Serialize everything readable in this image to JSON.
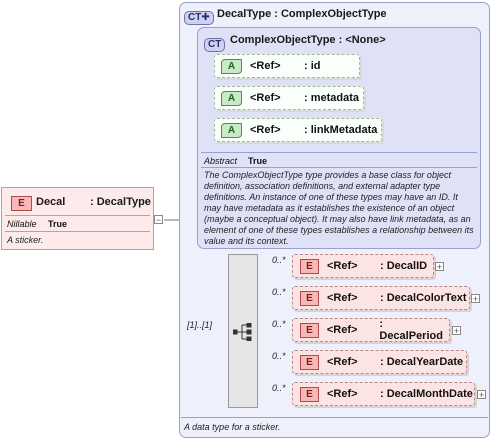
{
  "root_element": {
    "badge": "E",
    "name": "Decal",
    "type": ": DecalType",
    "nillable_label": "Nillable",
    "nillable_value": "True",
    "description": "A sticker."
  },
  "complex_type": {
    "badge": "CT",
    "title": "DecalType : ComplexObjectType",
    "footer": "A data type for a sticker."
  },
  "base_type": {
    "badge": "CT",
    "title": "ComplexObjectType : <None>",
    "abstract_label": "Abstract",
    "abstract_value": "True",
    "description": "The ComplexObjectType type provides a base class for object definition, association definitions, and external adapter type definitions. An instance of one of these types may have an ID. It may have metadata as it establishes the existence of an object (maybe a conceptual object). It may also have link metadata, as an element of one of these types establishes a relationship between its value and its context.",
    "attributes": [
      {
        "badge": "A",
        "ref": "<Ref>",
        "name": ": id"
      },
      {
        "badge": "A",
        "ref": "<Ref>",
        "name": ": metadata"
      },
      {
        "badge": "A",
        "ref": "<Ref>",
        "name": ": linkMetadata"
      }
    ]
  },
  "sequence": {
    "multiplicity": "[1]..[1]",
    "elements": [
      {
        "badge": "E",
        "ref": "<Ref>",
        "name": ": DecalID",
        "mult": "0..*"
      },
      {
        "badge": "E",
        "ref": "<Ref>",
        "name": ": DecalColorText",
        "mult": "0..*"
      },
      {
        "badge": "E",
        "ref": "<Ref>",
        "name": ": DecalPeriod",
        "mult": "0..*"
      },
      {
        "badge": "E",
        "ref": "<Ref>",
        "name": ": DecalYearDate",
        "mult": "0..*"
      },
      {
        "badge": "E",
        "ref": "<Ref>",
        "name": ": DecalMonthDate",
        "mult": "0..*"
      }
    ]
  },
  "icons": {
    "expand": "plus-icon",
    "collapse": "minus-icon",
    "sequence": "sequence-icon"
  },
  "colors": {
    "element_fill": "#fde4e4",
    "attribute_fill": "#c8ebc6",
    "type_fill": "#eef0fb"
  }
}
